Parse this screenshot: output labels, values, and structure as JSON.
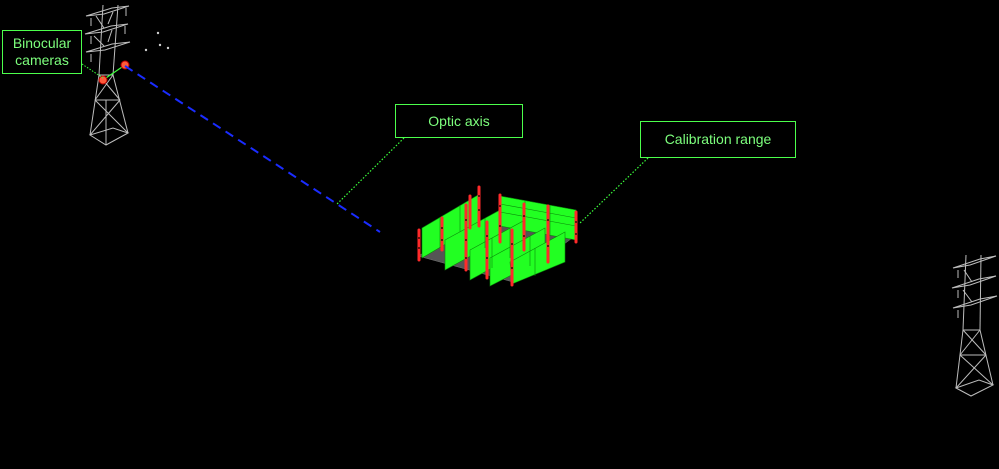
{
  "labels": {
    "cameras_line1": "Binocular",
    "cameras_line2": "cameras",
    "optic_axis": "Optic axis",
    "calibration_range": "Calibration range"
  },
  "colors": {
    "background": "#000000",
    "label_border": "#4cff4c",
    "label_text": "#7dff7d",
    "optic_axis_line": "#1a2cff",
    "leader_line": "#3cff3c",
    "calibration_board": "#22ff22",
    "marker_pole": "#ff2a2a",
    "tower_wire": "#bfbfbf",
    "ground_plate": "#5a5a5a"
  },
  "icons": [
    "transmission-tower-icon",
    "camera-icon"
  ]
}
